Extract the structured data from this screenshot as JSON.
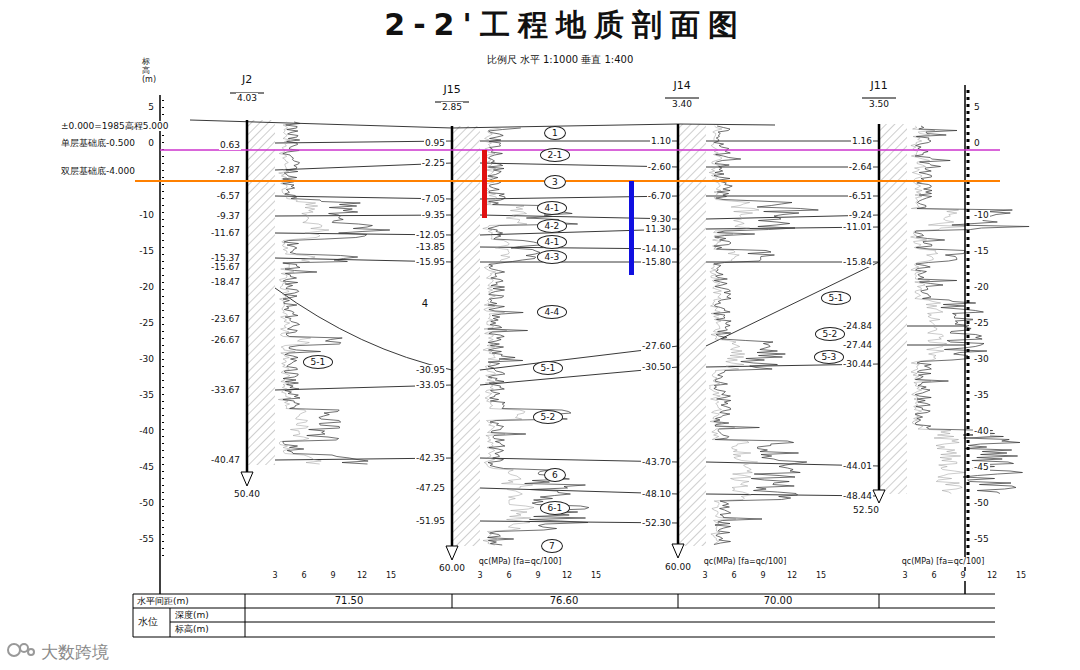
{
  "diagram": {
    "title": "2-2'工程地质剖面图",
    "nodes": [
      {
        "text": [
          "1"
        ]
      },
      {
        "text": [
          "2-1"
        ]
      },
      {
        "text": [
          "3"
        ]
      },
      {
        "text": [
          "4-1"
        ]
      },
      {
        "text": [
          "4-2"
        ]
      },
      {
        "text": [
          "4-1"
        ]
      },
      {
        "text": [
          "4-3"
        ]
      },
      {
        "text": [
          "4-4"
        ]
      },
      {
        "text": [
          "5-1"
        ]
      },
      {
        "text": [
          "5-2"
        ]
      },
      {
        "text": [
          "6"
        ]
      },
      {
        "text": [
          "6-1"
        ]
      },
      {
        "text": [
          "7"
        ]
      },
      {
        "text": [
          "5-1"
        ]
      },
      {
        "text": [
          "5-1"
        ]
      },
      {
        "text": [
          "5-2"
        ]
      },
      {
        "text": [
          "5-3"
        ]
      }
    ],
    "edges": [],
    "labels": [
      "±0.000=1985高程5.000",
      "单层基础底-0.500",
      "双层基础底-4.000",
      "比例尺  水平  1:1000  垂直  1:400",
      "标高(m)",
      "J2",
      "4.03",
      "J15",
      "2.85",
      "J14",
      "3.40",
      "J11",
      "3.50",
      "5",
      "0",
      "-10",
      "-15",
      "-20",
      "-25",
      "-30",
      "-35",
      "-40",
      "-45",
      "-50",
      "-55",
      "5",
      "0",
      "-10",
      "-15",
      "-20",
      "-25",
      "-30",
      "-35",
      "-40",
      "-45",
      "-50",
      "-55",
      "0.63",
      "-2.87",
      "-6.57",
      "-9.37",
      "-11.67",
      "-15.37",
      "-15.67",
      "-18.47",
      "-23.67",
      "-26.67",
      "-33.67",
      "-40.47",
      "50.40",
      "0.95",
      "-2.25",
      "-7.05",
      "-9.35",
      "-12.05",
      "-13.85",
      "-15.95",
      "-30.95",
      "-33.05",
      "-42.35",
      "-47.25",
      "-51.95",
      "60.00",
      "1.10",
      "-2.60",
      "-6.70",
      "9.30",
      "11.30",
      "-14.10",
      "-15.80",
      "-27.60",
      "-30.50",
      "-43.70",
      "-48.10",
      "-52.30",
      "60.00",
      "1.16",
      "-2.64",
      "-6.51",
      "-9.24",
      "-11.01",
      "-15.84",
      "-24.84",
      "-27.44",
      "-30.44",
      "-44.01",
      "-48.44",
      "52.50",
      "4",
      "水平间距(m)",
      "71.50",
      "76.60",
      "70.00",
      "水位",
      "深度(m)",
      "标高(m)",
      "qc(MPa) [fa=qc/100]",
      "qc(MPa) [fa=qc/100]",
      "qc(MPa) [fa=qc/100]",
      "3",
      "6",
      "9",
      "12",
      "15",
      "3",
      "6",
      "9",
      "12",
      "15",
      "3",
      "6",
      "9",
      "12",
      "15",
      "3",
      "6",
      "9",
      "12",
      "15",
      "大数跨境"
    ]
  }
}
